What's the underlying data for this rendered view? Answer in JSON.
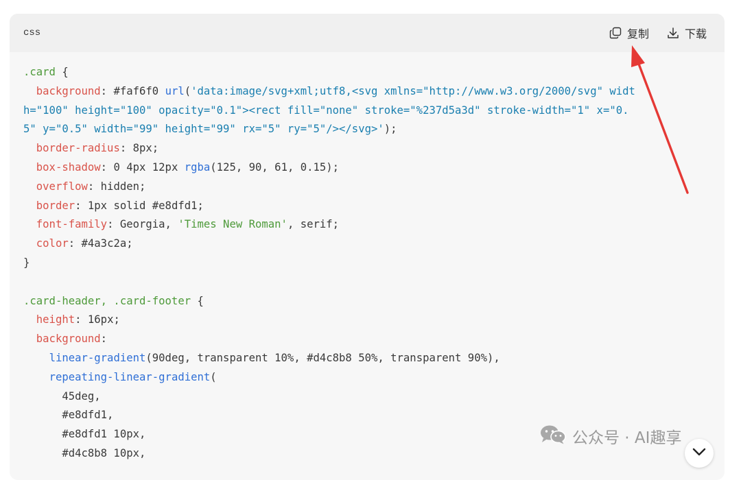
{
  "code_block": {
    "language": "css",
    "copy_label": "复制",
    "download_label": "下载",
    "lines": [
      [
        {
          "t": ".card",
          "c": "sel"
        },
        {
          "t": " {",
          "c": "val"
        }
      ],
      [
        {
          "t": "  ",
          "c": "val"
        },
        {
          "t": "background",
          "c": "prop"
        },
        {
          "t": ": #faf6f0 ",
          "c": "val"
        },
        {
          "t": "url",
          "c": "fn"
        },
        {
          "t": "(",
          "c": "val"
        },
        {
          "t": "'data:image/svg+xml;utf8,<svg xmlns=\"http://www.w3.org/2000/svg\" widt",
          "c": "str"
        }
      ],
      [
        {
          "t": "h=\"100\" height=\"100\" opacity=\"0.1\"><rect fill=\"none\" stroke=\"%237d5a3d\" stroke-width=\"1\" x=\"0.",
          "c": "str"
        }
      ],
      [
        {
          "t": "5\" y=\"0.5\" width=\"99\" height=\"99\" rx=\"5\" ry=\"5\"/></svg>'",
          "c": "str"
        },
        {
          "t": ");",
          "c": "val"
        }
      ],
      [
        {
          "t": "  ",
          "c": "val"
        },
        {
          "t": "border-radius",
          "c": "prop"
        },
        {
          "t": ": 8px;",
          "c": "val"
        }
      ],
      [
        {
          "t": "  ",
          "c": "val"
        },
        {
          "t": "box-shadow",
          "c": "prop"
        },
        {
          "t": ": 0 4px 12px ",
          "c": "val"
        },
        {
          "t": "rgba",
          "c": "fn"
        },
        {
          "t": "(125, 90, 61, 0.15);",
          "c": "val"
        }
      ],
      [
        {
          "t": "  ",
          "c": "val"
        },
        {
          "t": "overflow",
          "c": "prop"
        },
        {
          "t": ": hidden;",
          "c": "val"
        }
      ],
      [
        {
          "t": "  ",
          "c": "val"
        },
        {
          "t": "border",
          "c": "prop"
        },
        {
          "t": ": 1px solid #e8dfd1;",
          "c": "val"
        }
      ],
      [
        {
          "t": "  ",
          "c": "val"
        },
        {
          "t": "font-family",
          "c": "prop"
        },
        {
          "t": ": Georgia, ",
          "c": "val"
        },
        {
          "t": "'Times New Roman'",
          "c": "gstr"
        },
        {
          "t": ", serif;",
          "c": "val"
        }
      ],
      [
        {
          "t": "  ",
          "c": "val"
        },
        {
          "t": "color",
          "c": "prop"
        },
        {
          "t": ": #4a3c2a;",
          "c": "val"
        }
      ],
      [
        {
          "t": "}",
          "c": "val"
        }
      ],
      [],
      [
        {
          "t": ".card-header, .card-footer",
          "c": "sel"
        },
        {
          "t": " {",
          "c": "val"
        }
      ],
      [
        {
          "t": "  ",
          "c": "val"
        },
        {
          "t": "height",
          "c": "prop"
        },
        {
          "t": ": 16px;",
          "c": "val"
        }
      ],
      [
        {
          "t": "  ",
          "c": "val"
        },
        {
          "t": "background",
          "c": "prop"
        },
        {
          "t": ":",
          "c": "val"
        }
      ],
      [
        {
          "t": "    ",
          "c": "val"
        },
        {
          "t": "linear-gradient",
          "c": "fn"
        },
        {
          "t": "(90deg, transparent 10%, #d4c8b8 50%, transparent 90%),",
          "c": "val"
        }
      ],
      [
        {
          "t": "    ",
          "c": "val"
        },
        {
          "t": "repeating-linear-gradient",
          "c": "fn"
        },
        {
          "t": "(",
          "c": "val"
        }
      ],
      [
        {
          "t": "      45deg,",
          "c": "val"
        }
      ],
      [
        {
          "t": "      #e8dfd1,",
          "c": "val"
        }
      ],
      [
        {
          "t": "      #e8dfd1 10px,",
          "c": "val"
        }
      ],
      [
        {
          "t": "      #d4c8b8 10px,",
          "c": "val"
        }
      ]
    ]
  },
  "watermark": {
    "text": "公众号 · AI趣享",
    "icon": "wechat-icon"
  },
  "annotation": {
    "icon": "red-arrow-icon",
    "color": "#e53935"
  },
  "colors": {
    "selector": "#4e9a3a",
    "property": "#d9534a",
    "function": "#2f6fd6",
    "string": "#1a7fb0"
  }
}
